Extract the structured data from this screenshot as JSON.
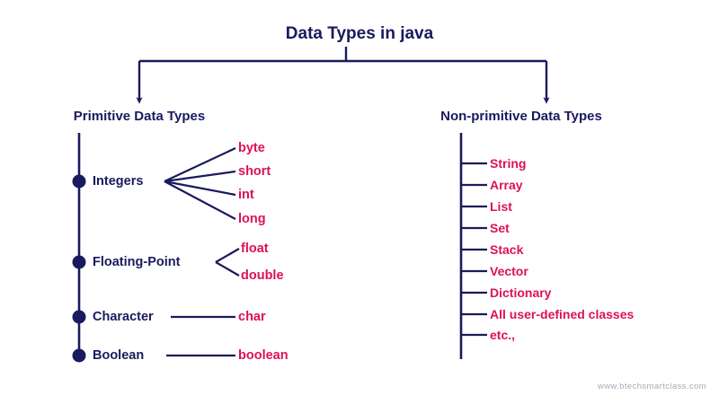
{
  "diagram": {
    "title": "Data Types in java",
    "colors": {
      "navy": "#1a1a5e",
      "crimson": "#dd1155",
      "background": "#ffffff",
      "watermark": "#a9a9b8"
    },
    "branches": {
      "primitive": {
        "heading": "Primitive Data Types",
        "nodes": [
          {
            "label": "Integers",
            "leaves": [
              "byte",
              "short",
              "int",
              "long"
            ]
          },
          {
            "label": "Floating-Point",
            "leaves": [
              "float",
              "double"
            ]
          },
          {
            "label": "Character",
            "leaves": [
              "char"
            ]
          },
          {
            "label": "Boolean",
            "leaves": [
              "boolean"
            ]
          }
        ]
      },
      "nonprimitive": {
        "heading": "Non-primitive Data Types",
        "items": [
          "String",
          "Array",
          "List",
          "Set",
          "Stack",
          "Vector",
          "Dictionary",
          "All user-defined classes",
          "etc.,"
        ]
      }
    },
    "watermark": "www.btechsmartclass.com"
  }
}
